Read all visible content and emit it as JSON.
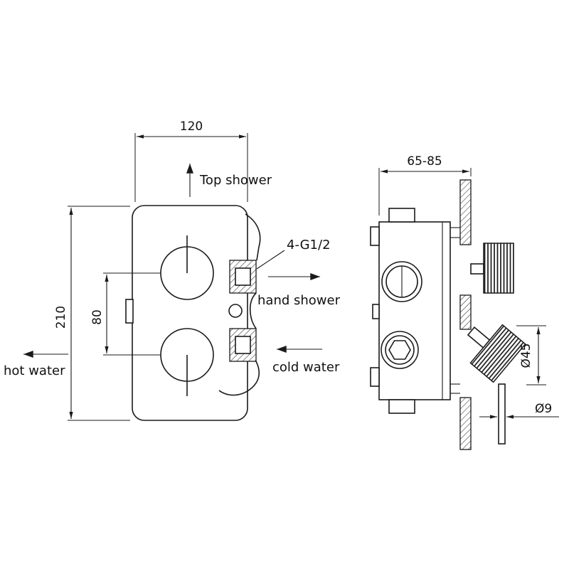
{
  "drawing": {
    "background_color": "#ffffff",
    "line_color": "#1a1a1a",
    "front_view": {
      "dim_width": "120",
      "dim_height": "210",
      "dim_handle_spacing": "80",
      "top_shower_label": "Top shower",
      "thread_label": "4-G1/2",
      "hand_shower_label": "hand shower",
      "cold_water_label": "cold water",
      "hot_water_label": "hot water"
    },
    "side_view": {
      "dim_depth_range": "65-85",
      "dim_handle_diameter": "Ø45",
      "dim_stem_diameter": "Ø9"
    }
  }
}
